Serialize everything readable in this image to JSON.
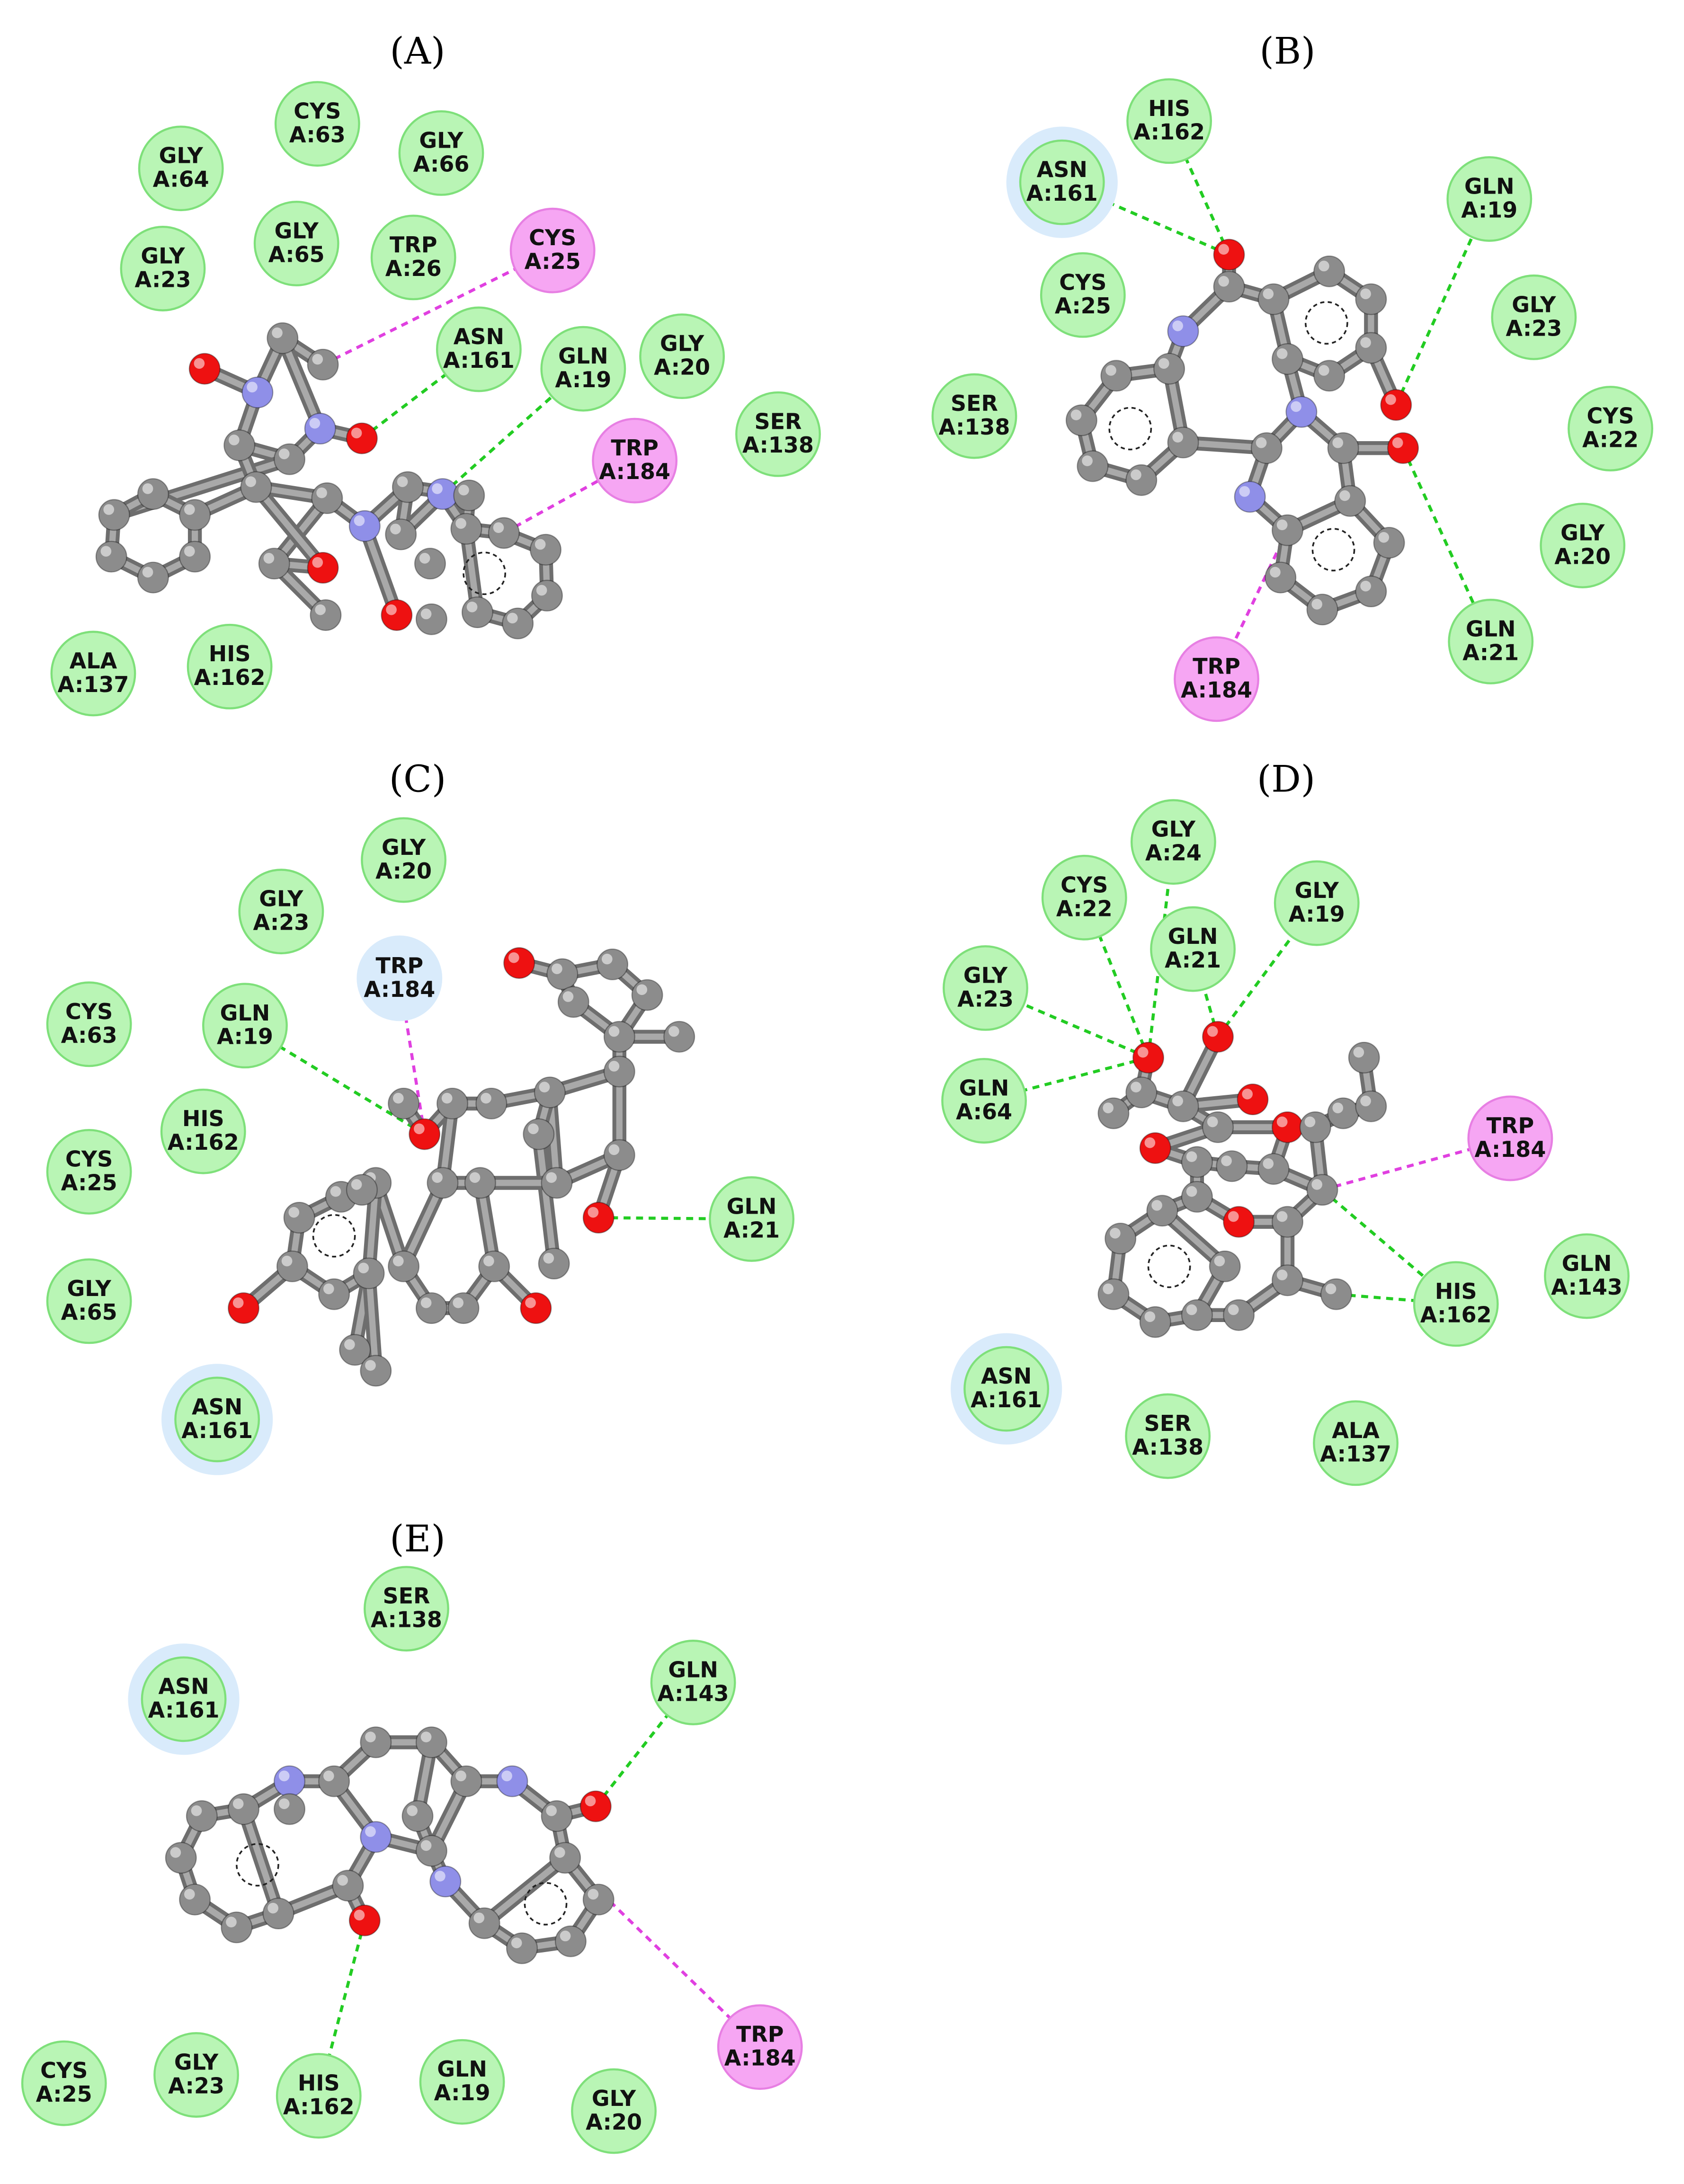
{
  "colors": {
    "van_der_waals": "#b9f5b5",
    "van_der_waals_stroke": "#7ee07a",
    "pi_interaction": "#f6a6f3",
    "pi_stroke": "#e77fe3",
    "halo": "#d9ebfb",
    "h_bond_line": "#22cc22",
    "pi_line": "#e040e0",
    "atom_carbon": "#8c8c8c",
    "atom_nitrogen": "#8f8fe8",
    "atom_oxygen": "#ee1111"
  },
  "panels": [
    {
      "label": "(A)",
      "residues": [
        {
          "res": "GLY",
          "id": "A:64",
          "type": "vdw"
        },
        {
          "res": "CYS",
          "id": "A:63",
          "type": "vdw"
        },
        {
          "res": "GLY",
          "id": "A:66",
          "type": "vdw"
        },
        {
          "res": "GLY",
          "id": "A:65",
          "type": "vdw"
        },
        {
          "res": "TRP",
          "id": "A:26",
          "type": "vdw"
        },
        {
          "res": "CYS",
          "id": "A:25",
          "type": "pi"
        },
        {
          "res": "GLY",
          "id": "A:23",
          "type": "vdw"
        },
        {
          "res": "ASN",
          "id": "A:161",
          "type": "vdw"
        },
        {
          "res": "GLN",
          "id": "A:19",
          "type": "vdw"
        },
        {
          "res": "GLY",
          "id": "A:20",
          "type": "vdw"
        },
        {
          "res": "SER",
          "id": "A:138",
          "type": "vdw"
        },
        {
          "res": "TRP",
          "id": "A:184",
          "type": "pi"
        },
        {
          "res": "ALA",
          "id": "A:137",
          "type": "vdw"
        },
        {
          "res": "HIS",
          "id": "A:162",
          "type": "vdw"
        }
      ]
    },
    {
      "label": "(B)",
      "residues": [
        {
          "res": "HIS",
          "id": "A:162",
          "type": "vdw"
        },
        {
          "res": "ASN",
          "id": "A:161",
          "type": "vdw",
          "halo": true
        },
        {
          "res": "GLN",
          "id": "A:19",
          "type": "vdw"
        },
        {
          "res": "CYS",
          "id": "A:25",
          "type": "vdw"
        },
        {
          "res": "GLY",
          "id": "A:23",
          "type": "vdw"
        },
        {
          "res": "SER",
          "id": "A:138",
          "type": "vdw"
        },
        {
          "res": "CYS",
          "id": "A:22",
          "type": "vdw"
        },
        {
          "res": "GLY",
          "id": "A:20",
          "type": "vdw"
        },
        {
          "res": "GLN",
          "id": "A:21",
          "type": "vdw"
        },
        {
          "res": "TRP",
          "id": "A:184",
          "type": "pi"
        }
      ]
    },
    {
      "label": "(C)",
      "residues": [
        {
          "res": "GLY",
          "id": "A:20",
          "type": "vdw"
        },
        {
          "res": "GLY",
          "id": "A:23",
          "type": "vdw"
        },
        {
          "res": "TRP",
          "id": "A:184",
          "type": "halo"
        },
        {
          "res": "CYS",
          "id": "A:63",
          "type": "vdw"
        },
        {
          "res": "GLN",
          "id": "A:19",
          "type": "vdw"
        },
        {
          "res": "HIS",
          "id": "A:162",
          "type": "vdw"
        },
        {
          "res": "GLN",
          "id": "A:21",
          "type": "vdw"
        },
        {
          "res": "CYS",
          "id": "A:25",
          "type": "vdw"
        },
        {
          "res": "GLY",
          "id": "A:65",
          "type": "vdw"
        },
        {
          "res": "ASN",
          "id": "A:161",
          "type": "vdw",
          "halo": true
        }
      ]
    },
    {
      "label": "(D)",
      "residues": [
        {
          "res": "GLY",
          "id": "A:24",
          "type": "vdw"
        },
        {
          "res": "CYS",
          "id": "A:22",
          "type": "vdw"
        },
        {
          "res": "GLY",
          "id": "A:19",
          "type": "vdw"
        },
        {
          "res": "GLN",
          "id": "A:21",
          "type": "vdw"
        },
        {
          "res": "GLY",
          "id": "A:23",
          "type": "vdw"
        },
        {
          "res": "GLN",
          "id": "A:64",
          "type": "vdw"
        },
        {
          "res": "TRP",
          "id": "A:184",
          "type": "pi"
        },
        {
          "res": "GLN",
          "id": "A:143",
          "type": "vdw"
        },
        {
          "res": "HIS",
          "id": "A:162",
          "type": "vdw"
        },
        {
          "res": "ASN",
          "id": "A:161",
          "type": "vdw",
          "halo": true
        },
        {
          "res": "SER",
          "id": "A:138",
          "type": "vdw"
        },
        {
          "res": "ALA",
          "id": "A:137",
          "type": "vdw"
        }
      ]
    },
    {
      "label": "(E)",
      "residues": [
        {
          "res": "SER",
          "id": "A:138",
          "type": "vdw"
        },
        {
          "res": "ASN",
          "id": "A:161",
          "type": "vdw",
          "halo": true
        },
        {
          "res": "GLN",
          "id": "A:143",
          "type": "vdw"
        },
        {
          "res": "TRP",
          "id": "A:184",
          "type": "pi"
        },
        {
          "res": "CYS",
          "id": "A:25",
          "type": "vdw"
        },
        {
          "res": "GLY",
          "id": "A:23",
          "type": "vdw"
        },
        {
          "res": "HIS",
          "id": "A:162",
          "type": "vdw"
        },
        {
          "res": "GLN",
          "id": "A:19",
          "type": "vdw"
        },
        {
          "res": "GLY",
          "id": "A:20",
          "type": "vdw"
        }
      ]
    }
  ]
}
